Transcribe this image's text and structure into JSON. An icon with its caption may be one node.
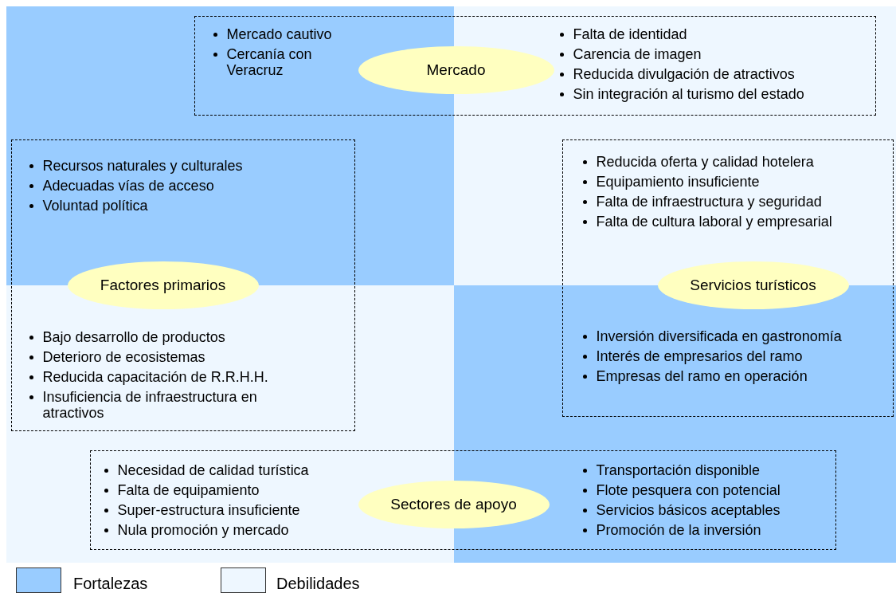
{
  "diagram": {
    "nodes": [
      {
        "text": [
          "Mercado cautivo",
          "Cercanía con Veracruz",
          "Falta de identidad",
          "Carencia de imagen",
          "Reducida divulgación de atractivos",
          "Sin integración al turismo del estado"
        ]
      },
      {
        "text": [
          "Mercado"
        ],
        "in": 0
      },
      {
        "text": [
          "Recursos naturales y culturales",
          "Adecuadas vías de acceso",
          "Voluntad política",
          "Bajo desarrollo de productos",
          "Deterioro de ecosistemas",
          "Reducida capacitación de R.R.H.H.",
          "Insuficiencia de infraestructura en atractivos"
        ]
      },
      {
        "text": [
          "Factores primarios"
        ],
        "in": 2
      },
      {
        "text": [
          "Reducida oferta y calidad hotelera",
          "Equipamiento insuficiente",
          "Falta de infraestructura y seguridad",
          "Falta de cultura laboral y empresarial",
          "Inversión diversificada en gastronomía",
          "Interés de empresarios del ramo",
          "Empresas del ramo en operación"
        ]
      },
      {
        "text": [
          "Servicios turísticos"
        ],
        "in": 4
      },
      {
        "text": [
          "Necesidad de calidad turística",
          "Falta de equipamiento",
          "Super-estructura insuficiente",
          "Nula promoción y mercado",
          "Transportación disponible",
          "Flote pesquera con potencial",
          "Servicios básicos aceptables",
          "Promoción de la inversión"
        ]
      },
      {
        "text": [
          "Sectores de apoyo"
        ],
        "in": 6
      }
    ],
    "legend": [
      {
        "text": "Fortalezas",
        "color": "#99ccff"
      },
      {
        "text": "Debilidades",
        "color": "#eef7ff"
      }
    ]
  }
}
